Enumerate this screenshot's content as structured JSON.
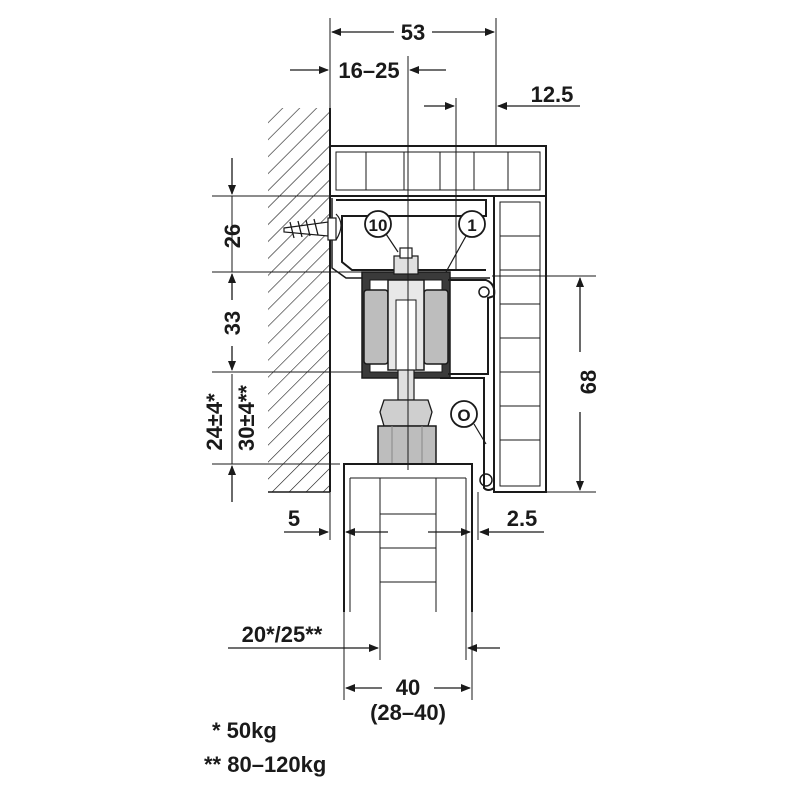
{
  "dimensions": {
    "width_total": "53",
    "width_adjust": "16–25",
    "offset_right": "12.5",
    "height_top": "26",
    "height_mid": "33",
    "height_low_a": "24±4*",
    "height_low_b": "30±4**",
    "height_profile": "68",
    "gap_left": "5",
    "gap_right": "2.5",
    "door_offset": "20*/25**",
    "door_width": "40",
    "door_range": "(28–40)"
  },
  "callouts": {
    "part_10": "10",
    "part_1": "1",
    "part_o": "O"
  },
  "legend": {
    "line_1": "* 50kg",
    "line_2": "** 80–120kg"
  },
  "colors": {
    "line": "#1a1a1a",
    "fill_light": "#e8e8e8",
    "fill_mid": "#bdbdbd",
    "fill_dark": "#555555",
    "background": "#ffffff"
  }
}
